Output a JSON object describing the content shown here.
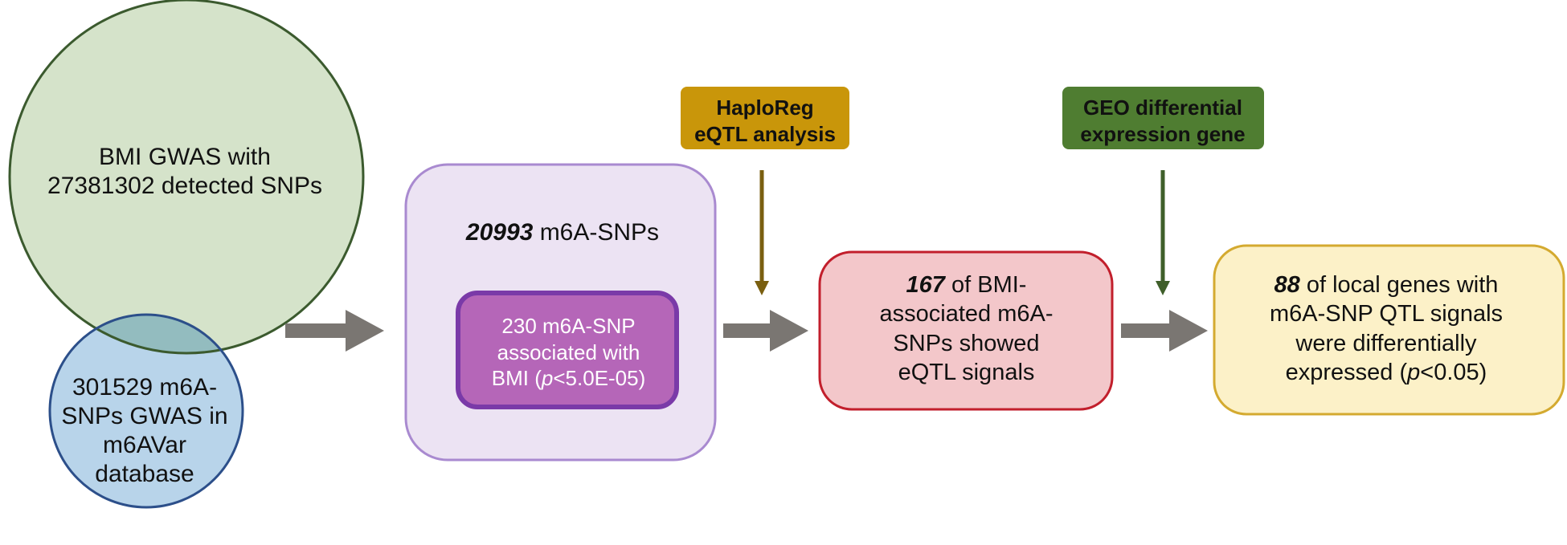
{
  "colors": {
    "green_circle_fill": "#d5e3ca",
    "green_circle_stroke": "#3b5a2e",
    "blue_circle_fill": "#b8d4ea",
    "blue_circle_stroke": "#2c4f8a",
    "overlap_fill": "#93bcbf",
    "purple_box_fill": "#ece3f3",
    "purple_box_stroke": "#a98ad0",
    "inner_box_fill": "#b566b8",
    "inner_box_stroke": "#7a3aa8",
    "red_box_fill": "#f3c7ca",
    "red_box_stroke": "#c21f2c",
    "yellow_box_fill": "#fcf1c8",
    "yellow_box_stroke": "#d4aa30",
    "haploreg_tag_fill": "#c9960a",
    "geo_tag_fill": "#4f7d31",
    "arrow_gray": "#7a7672",
    "arrow_olive": "#7a5f10",
    "arrow_dkgreen": "#3f5f2a"
  },
  "gwas_circle": {
    "line1": "BMI GWAS with",
    "line2": "27381302 detected SNPs"
  },
  "m6avar_circle": {
    "line1": "301529 m6A-",
    "line2": "SNPs GWAS in",
    "line3": "m6AVar",
    "line4": "database"
  },
  "m6a_box": {
    "count": "20993",
    "suffix": " m6A-SNPs",
    "inner_line1": "230 m6A-SNP",
    "inner_line2": "associated with",
    "inner_line3_pre": "BMI (",
    "inner_p": "p",
    "inner_line3_post": "<5.0E-05)"
  },
  "eqtl_box": {
    "count": "167",
    "line1_rest": " of BMI-",
    "line2": "associated m6A-",
    "line3": "SNPs showed",
    "line4": "eQTL signals"
  },
  "result_box": {
    "count": "88",
    "line1_rest": " of local genes with",
    "line2": "m6A-SNP QTL signals",
    "line3": "were differentially",
    "line4_pre": "expressed (",
    "p": "p",
    "line4_post": "<0.05)"
  },
  "haploreg_tag": {
    "line1": "HaploReg",
    "line2": "eQTL analysis"
  },
  "geo_tag": {
    "line1": "GEO differential",
    "line2": "expression gene"
  }
}
